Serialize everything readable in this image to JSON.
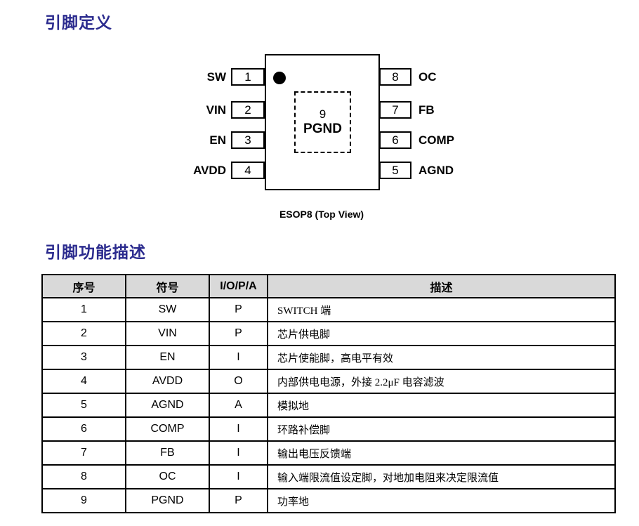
{
  "page": {
    "section1_title": "引脚定义",
    "section2_title": "引脚功能描述"
  },
  "chip": {
    "package_caption": "ESOP8 (Top View)",
    "center_pad": {
      "number": "9",
      "name": "PGND"
    },
    "left_pins": [
      {
        "number": "1",
        "label": "SW"
      },
      {
        "number": "2",
        "label": "VIN"
      },
      {
        "number": "3",
        "label": "EN"
      },
      {
        "number": "4",
        "label": "AVDD"
      }
    ],
    "right_pins": [
      {
        "number": "8",
        "label": "OC"
      },
      {
        "number": "7",
        "label": "FB"
      },
      {
        "number": "6",
        "label": "COMP"
      },
      {
        "number": "5",
        "label": "AGND"
      }
    ]
  },
  "pin_table": {
    "headers": [
      "序号",
      "符号",
      "I/O/P/A",
      "描述"
    ],
    "rows": [
      {
        "no": "1",
        "symbol": "SW",
        "type": "P",
        "desc": "SWITCH 端"
      },
      {
        "no": "2",
        "symbol": "VIN",
        "type": "P",
        "desc": "芯片供电脚"
      },
      {
        "no": "3",
        "symbol": "EN",
        "type": "I",
        "desc": "芯片使能脚，高电平有效"
      },
      {
        "no": "4",
        "symbol": "AVDD",
        "type": "O",
        "desc": "内部供电电源，外接 2.2μF 电容滤波"
      },
      {
        "no": "5",
        "symbol": "AGND",
        "type": "A",
        "desc": "模拟地"
      },
      {
        "no": "6",
        "symbol": "COMP",
        "type": "I",
        "desc": "环路补偿脚"
      },
      {
        "no": "7",
        "symbol": "FB",
        "type": "I",
        "desc": "输出电压反馈端"
      },
      {
        "no": "8",
        "symbol": "OC",
        "type": "I",
        "desc": "输入端限流值设定脚，对地加电阻来决定限流值"
      },
      {
        "no": "9",
        "symbol": "PGND",
        "type": "P",
        "desc": "功率地"
      }
    ]
  },
  "colors": {
    "accent": "#2B2B8E",
    "table_header_bg": "#D9D9D9",
    "border": "#000000"
  }
}
